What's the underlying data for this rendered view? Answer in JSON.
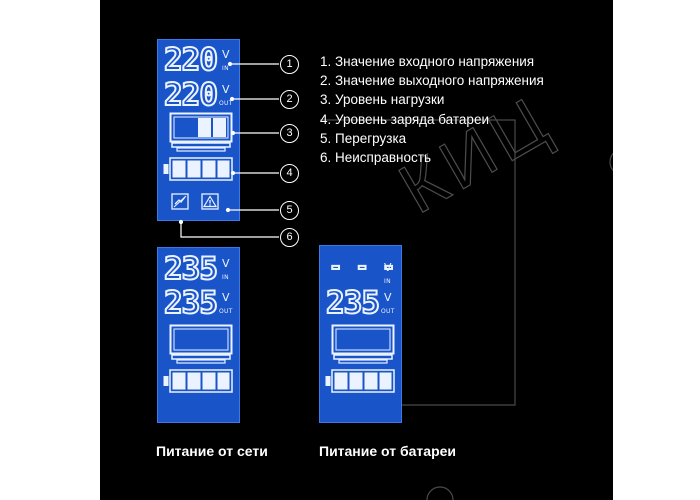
{
  "colors": {
    "background": "#000000",
    "lcd": "#1a54c9",
    "segment": "#eaf3ff",
    "text": "#ffffff"
  },
  "watermark": {
    "text": "КИЦ"
  },
  "legend": {
    "items": [
      "1. Значение входного напряжения",
      "2. Значение выходного напряжения",
      "3. Уровень нагрузки",
      "4. Уровень заряда батареи",
      "5. Перегрузка",
      "6. Неисправность"
    ]
  },
  "callouts": [
    "1",
    "2",
    "3",
    "4",
    "5",
    "6"
  ],
  "units": {
    "volt": "V",
    "input": "IN",
    "output": "OUT"
  },
  "displays": {
    "top": {
      "input_value": "220",
      "output_value": "220"
    },
    "mains": {
      "input_value": "235",
      "output_value": "235",
      "caption": "Питание от сети"
    },
    "battery": {
      "input_value": "- - -",
      "output_value": "235",
      "caption": "Питание от батареи"
    }
  },
  "icons": {
    "overload": "overload-icon",
    "fault": "fault-warning-icon",
    "load": "monitor-load-icon",
    "battery": "battery-icon"
  }
}
